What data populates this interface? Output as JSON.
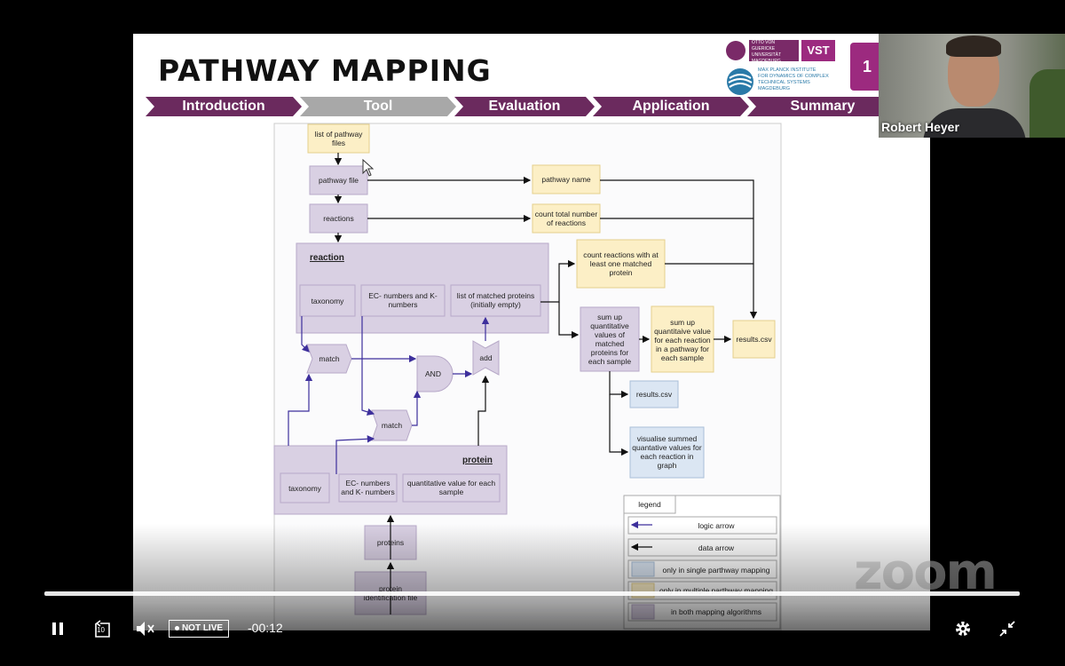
{
  "slide": {
    "title": "PATHWAY MAPPING",
    "page_badge": "1",
    "nav": [
      {
        "label": "Introduction",
        "color": "#6b2a5e"
      },
      {
        "label": "Tool",
        "color": "#a8a8a8"
      },
      {
        "label": "Evaluation",
        "color": "#6b2a5e"
      },
      {
        "label": "Application",
        "color": "#6b2a5e"
      },
      {
        "label": "Summary",
        "color": "#6b2a5e"
      }
    ],
    "logos": {
      "ovgu_line1": "OTTO VON GUERICKE",
      "ovgu_line2": "UNIVERSITÄT",
      "ovgu_line3": "MAGDEBURG",
      "vst": "VST",
      "mpi_line1": "MAX PLANCK INSTITUTE",
      "mpi_line2": "FOR DYNAMICS OF COMPLEX",
      "mpi_line3": "TECHNICAL SYSTEMS",
      "mpi_line4": "MAGDEBURG"
    }
  },
  "diagram": {
    "list_of_pathway_files": [
      "list of pathway",
      "files"
    ],
    "pathway_file": "pathway file",
    "reactions": "reactions",
    "pathway_name": "pathway name",
    "count_total": [
      "count total number",
      "of reactions"
    ],
    "reaction_group": "reaction",
    "taxonomy_r": "taxonomy",
    "ec_numbers_r": [
      "EC- numbers and K-",
      "numbers"
    ],
    "list_matched": [
      "list of matched proteins",
      "(initially empty)"
    ],
    "count_matched": [
      "count reactions with at",
      "least one matched",
      "protein"
    ],
    "sum_up_left": [
      "sum up",
      "quantitative",
      "values of",
      "matched",
      "proteins for",
      "each sample"
    ],
    "sum_up_right": [
      "sum up",
      "quantitaive value",
      "for each reaction",
      "in a pathway for",
      "each sample"
    ],
    "results_csv_1": "results.csv",
    "results_csv_2": "results.csv",
    "visualise": [
      "visualise summed",
      "quantative values for",
      "each reaction in",
      "graph"
    ],
    "match_1": "match",
    "match_2": "match",
    "and_gate": "AND",
    "add": "add",
    "protein_group": "protein",
    "taxonomy_p": "taxonomy",
    "ec_numbers_p": [
      "EC- numbers",
      "and K- numbers"
    ],
    "quant_value": [
      "quantitative value for each",
      "sample"
    ],
    "proteins": "proteins",
    "protein_id_file": [
      "protein",
      "identification file"
    ],
    "legend": {
      "title": "legend",
      "logic_arrow": "logic arrow",
      "data_arrow": "data arrow",
      "single": "only in single parthway mapping",
      "multiple": "only in multiple parthway mapping",
      "both": "in both mapping algorithms"
    }
  },
  "colors": {
    "lavender": "#d9d0e3",
    "lavender_border": "#b7a9c8",
    "yellow": "#fcefc6",
    "yellow_border": "#e4cf8c",
    "blue": "#dbe6f3",
    "blue_border": "#a9bfd9",
    "logic_arrow": "#3d2f9c",
    "data_arrow": "#111111"
  },
  "webcam": {
    "presenter_name": "Robert Heyer"
  },
  "watermark": "zoom",
  "player": {
    "live_status": "NOT LIVE",
    "timecode": "-00:12",
    "rewind_seconds": "10",
    "play_state_icon": "pause-icon",
    "mute_icon": "mute-icon",
    "settings_icon": "gear-icon",
    "exit_fullscreen_icon": "exit-fullscreen-icon"
  }
}
